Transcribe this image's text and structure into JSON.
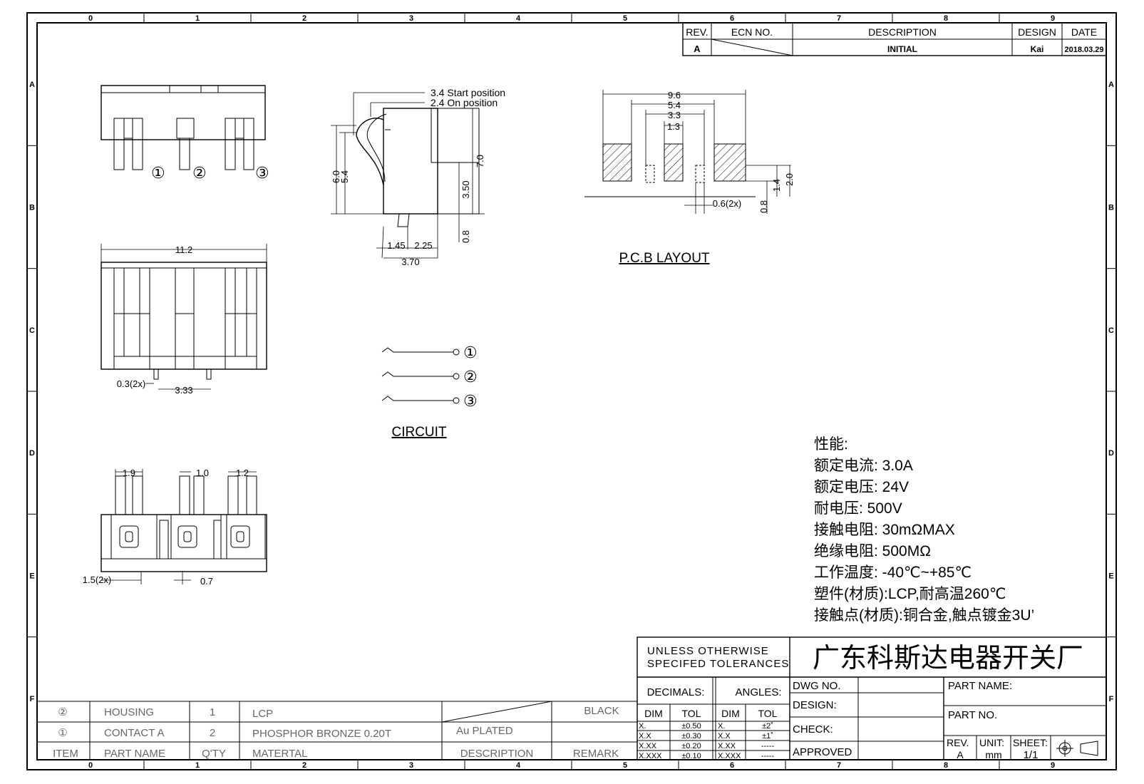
{
  "grid": {
    "cols": [
      "0",
      "1",
      "2",
      "3",
      "4",
      "5",
      "6",
      "7",
      "8",
      "9"
    ],
    "rows": [
      "A",
      "B",
      "C",
      "D",
      "E",
      "F"
    ]
  },
  "revision_block": {
    "headers": {
      "rev": "REV.",
      "ecn": "ECN NO.",
      "description": "DESCRIPTION",
      "design": "DESIGN",
      "date": "DATE"
    },
    "row": {
      "rev": "A",
      "description": "INITIAL",
      "design": "Kai",
      "date": "2018.03.29"
    }
  },
  "side_view": {
    "circles": [
      "①",
      "②",
      "③"
    ]
  },
  "side_section": {
    "callout_start": "3.4 Start position",
    "callout_on": "2.4 On position",
    "dims": {
      "h60": "6.0",
      "h54": "5.4",
      "h70": "7.0",
      "h350": "3.50",
      "h08": "0.8",
      "w145": "1.45",
      "w225": "2.25",
      "w370": "3.70"
    }
  },
  "pcb_layout": {
    "dims": {
      "w96": "9.6",
      "w54": "5.4",
      "w33": "3.3",
      "w13": "1.3",
      "h14": "1.4",
      "h20": "2.0",
      "h08": "0.8",
      "pad": "0.6(2x)"
    },
    "title": "P.C.B LAYOUT"
  },
  "top_view": {
    "w112": "11.2",
    "pin": "0.3(2x)",
    "pitch": "3.33"
  },
  "circuit": {
    "title": "CIRCUIT",
    "pins": [
      "①",
      "②",
      "③"
    ]
  },
  "bottom_view": {
    "d19": "1.9",
    "d10": "1.0",
    "d12": "1.2",
    "d15": "1.5(2x)",
    "d07": "0.7"
  },
  "specs": {
    "lines": [
      "性能:",
      "额定电流: 3.0A",
      "额定电压: 24V",
      "耐电压: 500V",
      "接触电阻: 30mΩMAX",
      "绝缘电阻: 500MΩ",
      "工作温度: -40℃~+85℃",
      "塑件(材质):LCP,耐高温260℃",
      "接触点(材质):铜合金,触点镀金3U’"
    ]
  },
  "bom": {
    "rows": [
      {
        "item": "②",
        "name": "HOUSING",
        "qty": "1",
        "material": "LCP",
        "description": "",
        "remark": "BLACK"
      },
      {
        "item": "①",
        "name": "CONTACT A",
        "qty": "2",
        "material": "PHOSPHOR BRONZE 0.20T",
        "description": "Au PLATED",
        "remark": ""
      }
    ],
    "header": {
      "item": "ITEM",
      "name": "PART NAME",
      "qty": "Q'TY",
      "material": "MATERTAL",
      "description": "DESCRIPTION",
      "remark": "REMARK"
    }
  },
  "title_block": {
    "tolerance_title_1": "UNLESS OTHERWISE",
    "tolerance_title_2": "SPECIFED TOLERANCES",
    "company": "广东科斯达电器开关厂",
    "decimals": "DECIMALS:",
    "angles": "ANGLES:",
    "dim": "DIM",
    "tol": "TOL",
    "decimal_rows": [
      [
        "X.",
        "±0.50"
      ],
      [
        "X.X",
        "±0.30"
      ],
      [
        "X.XX",
        "±0.20"
      ],
      [
        "X.XXX",
        "±0.10"
      ]
    ],
    "angle_rows": [
      [
        "X.",
        "±2˚"
      ],
      [
        "X.X",
        "±1˚"
      ],
      [
        "X.XX",
        "-----"
      ],
      [
        "X.XXX",
        "-----"
      ]
    ],
    "dwg_no": "DWG NO.",
    "design": "DESIGN:",
    "check": "CHECK:",
    "approved": "APPROVED",
    "part_name": "PART NAME:",
    "part_no": "PART NO.",
    "rev": "REV.",
    "rev_val": "A",
    "unit": "UNIT:",
    "unit_val": "mm",
    "sheet": "SHEET:",
    "sheet_val": "1/1"
  }
}
